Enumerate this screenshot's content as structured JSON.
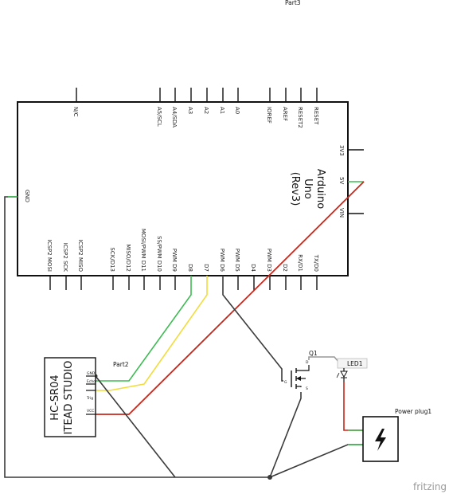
{
  "parts": {
    "part3_label": "Part3",
    "part2_label": "Part2",
    "q1_label": "Q1",
    "led1_label": "LED1",
    "power_plug_label": "Power plug1"
  },
  "arduino": {
    "name_line1": "Arduino",
    "name_line2": "Uno",
    "name_line3": "(Rev3)",
    "top_pins": [
      "N/C",
      "A5/SCL",
      "A4/SDA",
      "A3",
      "A2",
      "A1",
      "A0",
      "IOREF",
      "AREF",
      "RESET2",
      "RESET"
    ],
    "right_pins": [
      "3V3",
      "5V",
      "VIN"
    ],
    "left_pins": [
      "GND"
    ],
    "bottom_pins": [
      "ICSP2 MOSI",
      "ICSP2 SCK",
      "ICSP2 MISO",
      "SCK/D13",
      "MISO/D12",
      "MOSI/PWM D11",
      "SS/PWM D10",
      "PWM D9",
      "D8",
      "D7",
      "PWM D6",
      "PWM D5",
      "D4",
      "PWM D3",
      "D2",
      "RX/D1",
      "TX/D0"
    ]
  },
  "sensor": {
    "line1": "HC-SR04",
    "line2": "ITEAD STUDIO",
    "pins": [
      "GND",
      "Echo",
      "Trig",
      "VCC"
    ]
  },
  "transistor": {
    "pin_g": "G",
    "pin_d": "D",
    "pin_s": "S"
  },
  "footer": "fritzing",
  "colors": {
    "wire_black": "#3a3a3a",
    "wire_red": "#c8281c",
    "wire_green": "#3dbb52",
    "wire_yellow": "#f2dc3c",
    "wire_gray": "#999999"
  }
}
